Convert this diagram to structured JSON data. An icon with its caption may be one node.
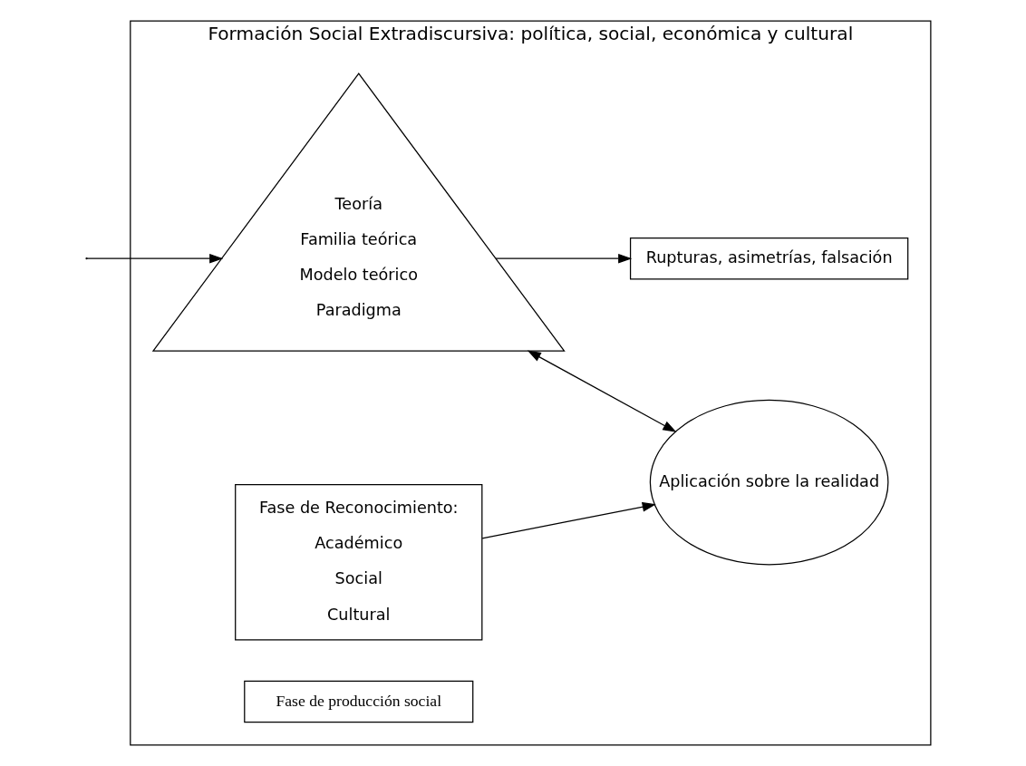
{
  "diagram": {
    "nodes": [
      {
        "text": [
          "Formación Social Extradiscursiva: política, social, económica y cultural"
        ]
      },
      {
        "text": [
          "Teoría",
          "Familia teórica",
          "Modelo teórico",
          "Paradigma"
        ],
        "in": 0
      },
      {
        "text": [
          "Aplicación sobre la realidad"
        ],
        "in": 0
      },
      {
        "text": [
          "Fase de Reconocimiento:",
          "Académico",
          "Social",
          "Cultural"
        ],
        "in": 0
      },
      {
        "text": [
          "Fase de producción social"
        ],
        "in": 0
      },
      {
        "text": [
          "Rupturas, asimetrías, falsación"
        ],
        "in": 0
      }
    ],
    "edges": [
      {
        "from": null,
        "to": 1,
        "arrow": "to"
      },
      {
        "from": 1,
        "to": 5,
        "arrow": "to"
      },
      {
        "from": 1,
        "to": 2,
        "arrow": "both"
      },
      {
        "from": 3,
        "to": 2,
        "arrow": "to"
      }
    ]
  }
}
